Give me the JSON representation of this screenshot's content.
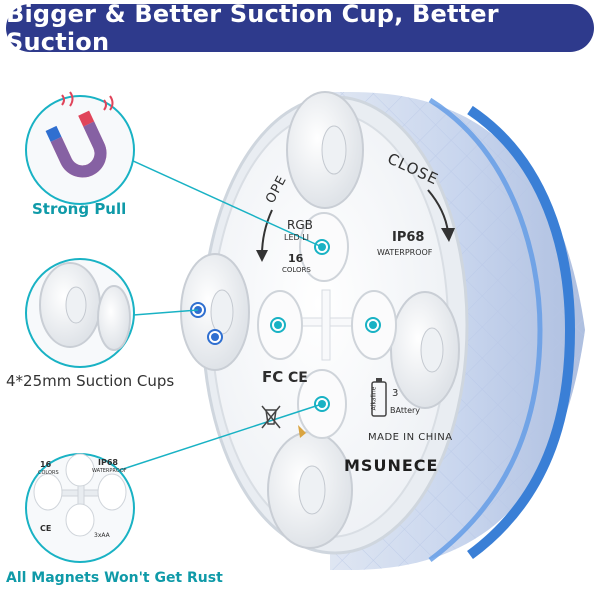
{
  "banner": {
    "title": "Bigger & Better Suction Cup, Better Suction"
  },
  "callouts": {
    "strong_pull": "Strong Pull",
    "suction_cups": "4*25mm Suction Cups",
    "no_rust": "All Magnets Won't Get Rust"
  },
  "device": {
    "open_label": "OPE",
    "close_label": "CLOSE",
    "rgb_label": "RGB",
    "led_label": "LED LI",
    "colors_count": "16",
    "colors_label": "COLORS",
    "ip_rating": "IP68",
    "waterproof_label": "WATERPROOF",
    "fcc_mark": "FC",
    "ce_mark": "CE",
    "battery_label": "3",
    "battery_sub": "BAttery",
    "alkaline_label": "Alkaline",
    "made_in": "MADE IN  CHINA",
    "brand": "MSUNECE"
  },
  "thumb": {
    "colors_count": "16",
    "colors_label": "COLORS",
    "ip_rating": "IP68",
    "waterproof_label": "WATERPROOF",
    "ce_mark": "CE",
    "battery_label": "3xAA"
  },
  "colors": {
    "banner_bg": "#2e3a8c",
    "accent_teal": "#19b2c4",
    "device_blue": "#3a7fd6",
    "magnet_red": "#e0445a",
    "magnet_blue": "#2f6fd0"
  }
}
